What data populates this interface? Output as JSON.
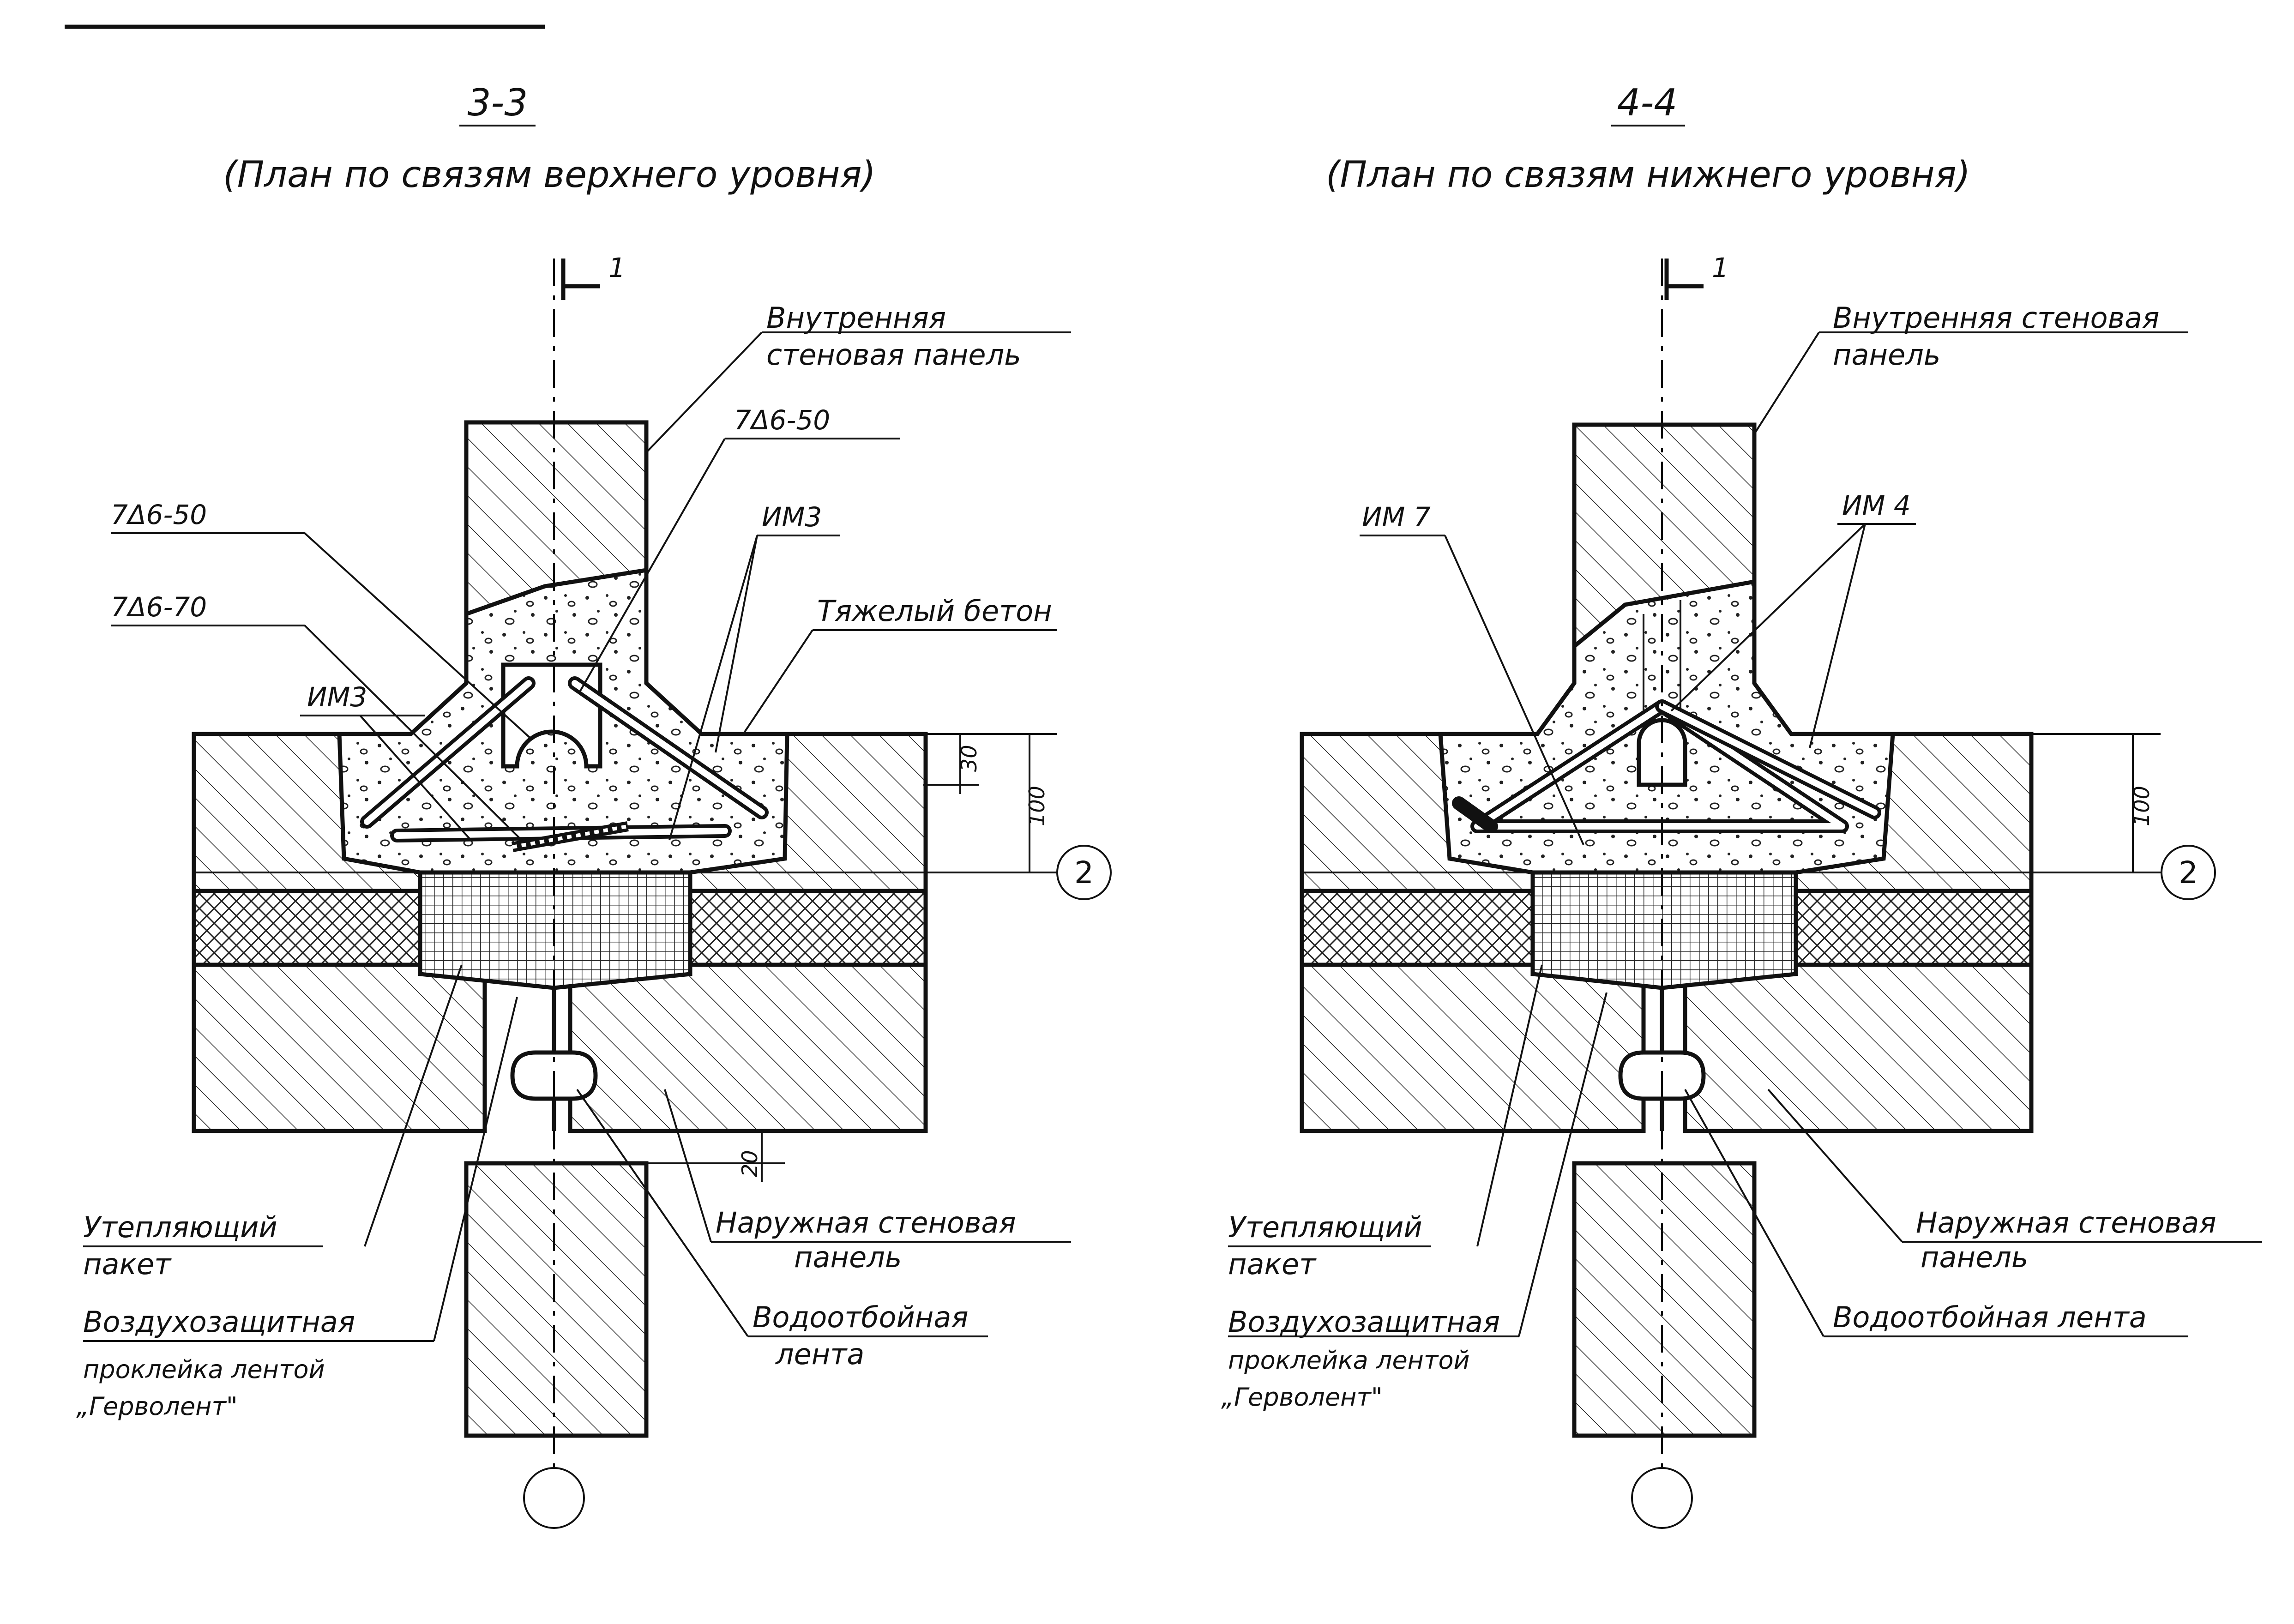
{
  "left": {
    "section": "3-3",
    "title": "(План по связям верхнего уровня)",
    "cut_mark": "1",
    "axis_bubble": "2",
    "labels": {
      "inner_panel_l1": "Внутренняя",
      "inner_panel_l2": "стеновая панель",
      "td650_right": "7Δ6-50",
      "td650_left": "7Δ6-50",
      "td670": "7Δ6-70",
      "im3_right": "ИМ3",
      "im3_left": "ИМ3",
      "heavy_concrete": "Тяжелый бетон",
      "insulation_l1": "Утепляющий",
      "insulation_l2": "пакет",
      "air_l1": "Воздухозащитная",
      "air_l2": "проклейка лентой",
      "air_l3": "„Герволент\"",
      "outer_l1": "Наружная стеновая",
      "outer_l2": "панель",
      "water_l1": "Водоотбойная",
      "water_l2": "лента"
    },
    "dims": {
      "d30": "30",
      "d100": "100",
      "d20": "20"
    }
  },
  "right": {
    "section": "4-4",
    "title": "(План по связям нижнего уровня)",
    "cut_mark": "1",
    "axis_bubble": "2",
    "labels": {
      "inner_panel_l1": "Внутренняя стеновая",
      "inner_panel_l2": "панель",
      "im7": "ИМ 7",
      "im4": "ИМ 4",
      "insulation_l1": "Утепляющий",
      "insulation_l2": "пакет",
      "air_l1": "Воздухозащитная",
      "air_l2": "проклейка лентой",
      "air_l3": "„Герволент\"",
      "outer_l1": "Наружная стеновая",
      "outer_l2": "панель",
      "water": "Водоотбойная лента"
    },
    "dims": {
      "d100": "100"
    }
  }
}
